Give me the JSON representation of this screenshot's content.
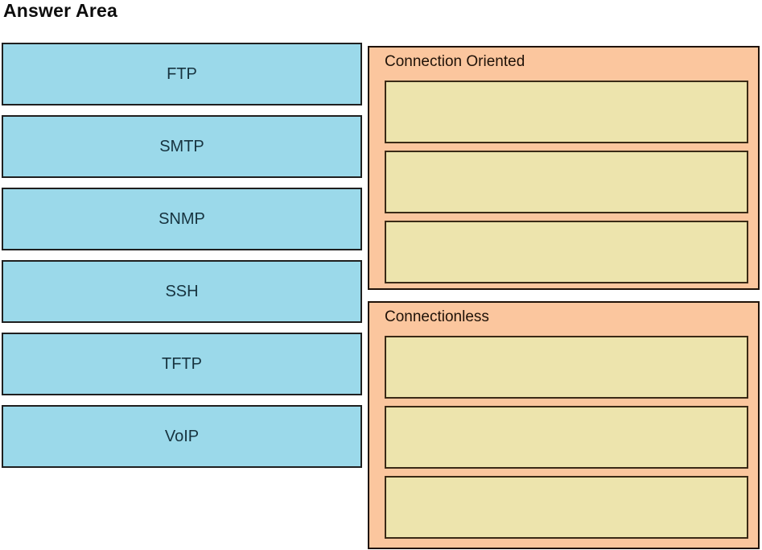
{
  "title": "Answer Area",
  "items": [
    {
      "id": "ftp",
      "label": "FTP"
    },
    {
      "id": "smtp",
      "label": "SMTP"
    },
    {
      "id": "snmp",
      "label": "SNMP"
    },
    {
      "id": "ssh",
      "label": "SSH"
    },
    {
      "id": "tftp",
      "label": "TFTP"
    },
    {
      "id": "voip",
      "label": "VoIP"
    }
  ],
  "groups": [
    {
      "header": "Connection Oriented",
      "slots": [
        "",
        "",
        ""
      ]
    },
    {
      "header": "Connectionless",
      "slots": [
        "",
        "",
        ""
      ]
    }
  ],
  "colors": {
    "title_text": "#0d0d0d",
    "item_fill": "#9bd9ea",
    "item_border": "#1f1f1f",
    "item_text": "#17333f",
    "panel_fill": "#fbc69e",
    "panel_border": "#1f1208",
    "header_text": "#1f1208",
    "slot_fill": "#ede4ad",
    "slot_border": "#3a2a16"
  }
}
